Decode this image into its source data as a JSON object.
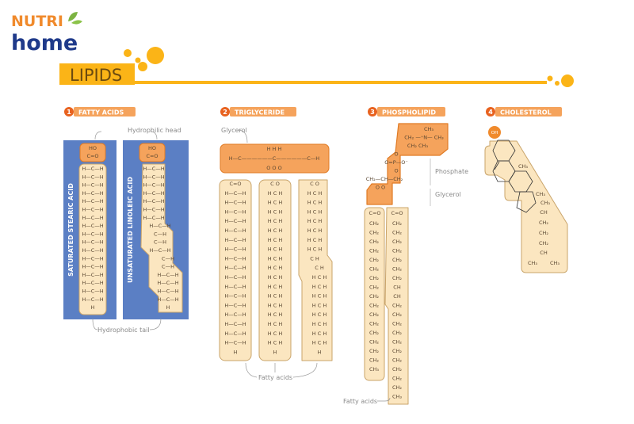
{
  "logo": {
    "brand_top": "NUTRI",
    "brand_bottom": "home"
  },
  "title": "LIPIDS",
  "colors": {
    "orange": "#f08a2c",
    "yellow": "#fbb417",
    "blue": "#5b7fc4",
    "cream": "#fbe6c0",
    "navy": "#1f3a8a",
    "green": "#7cb342"
  },
  "sections": [
    {
      "num": "1",
      "label": "FATTY ACIDS"
    },
    {
      "num": "2",
      "label": "TRIGLYCERIDE"
    },
    {
      "num": "3",
      "label": "PHOSPHOLIPID"
    },
    {
      "num": "4",
      "label": "CHOLESTEROL"
    }
  ],
  "fatty_acids": {
    "hydrophilic_label": "Hydrophilic head",
    "hydrophobic_label": "Hydrophobic tail",
    "saturated_label": "SATURATED STEARIC ACID",
    "unsaturated_label": "UNSATURATED LINOLEIC ACID",
    "head": [
      "HO",
      "C=O"
    ],
    "saturated_rows": [
      "H—C—H",
      "H—C—H",
      "H—C—H",
      "H—C—H",
      "H—C—H",
      "H—C—H",
      "H—C—H",
      "H—C—H",
      "H—C—H",
      "H—C—H",
      "H—C—H",
      "H—C—H",
      "H—C—H",
      "H—C—H",
      "H—C—H",
      "H—C—H",
      "H—C—H",
      "H"
    ],
    "unsaturated_rows": [
      "H—C—H",
      "H—C—H",
      "H—C—H",
      "H—C—H",
      "H—C—H",
      "H—C—H",
      "H—C—H",
      "H—C—H",
      "C—H",
      "C—H",
      "H—C—H",
      "C—H",
      "C—H",
      "H—C—H",
      "H—C—H",
      "H—C—H",
      "H—C—H",
      "H"
    ]
  },
  "triglyceride": {
    "glycerol_label": "Glycerol",
    "fatty_acids_label": "Fatty acids",
    "glycerol_rows": [
      "H      H      H",
      "H—C——————C——————C—H",
      "O      O      O"
    ],
    "tail1": [
      "C=O",
      "H—C—H",
      "H—C—H",
      "H—C—H",
      "H—C—H",
      "H—C—H",
      "H—C—H",
      "H—C—H",
      "H—C—H",
      "H—C—H",
      "H—C—H",
      "H—C—H",
      "H—C—H",
      "H—C—H",
      "H—C—H",
      "H—C—H",
      "H—C—H",
      "H—C—H",
      "H"
    ],
    "tail2": [
      "C O",
      "H C H",
      "H C H",
      "H C H",
      "H C H",
      "H C H",
      "H C H",
      "H C H",
      "H C H",
      "H C H",
      "H C H",
      "H C H",
      "H C H",
      "H C H",
      "H C H",
      "H C H",
      "H C H",
      "H C H",
      "H"
    ],
    "tail3": [
      "C O",
      "H C H",
      "H C H",
      "H C H",
      "H C H",
      "H C H",
      "H C H",
      "H C H",
      "C H",
      "C H",
      "H C H",
      "H C H",
      "H C H",
      "H C H",
      "H C H",
      "H C H",
      "H C H",
      "H C H",
      "H"
    ]
  },
  "phospholipid": {
    "phosphate_label": "Phosphate",
    "glycerol_label": "Glycerol",
    "fatty_acids_label": "Fatty acids",
    "head_rows": [
      "CH₃",
      "CH₂ —⁺N— CH₃",
      "CH₂   CH₃",
      "O",
      "O=P—O⁻",
      "O",
      "CH₂—CH—CH₂",
      "O     O"
    ],
    "ester": [
      "C=O",
      "C=O"
    ],
    "tail1": [
      "CH₂",
      "CH₂",
      "CH₂",
      "CH₂",
      "CH₂",
      "CH₂",
      "CH₂",
      "CH₂",
      "CH₂",
      "CH₂",
      "CH₂",
      "CH₂",
      "CH₂",
      "CH₂",
      "CH₂",
      "CH₂",
      "CH₃"
    ],
    "tail2": [
      "CH₂",
      "CH₂",
      "CH₂",
      "CH₂",
      "CH₂",
      "CH₂",
      "CH₂",
      "CH",
      "CH",
      "CH₂",
      "CH₂",
      "CH₂",
      "CH₂",
      "CH₂",
      "CH₂",
      "CH₂",
      "CH₂",
      "CH₂",
      "CH₂",
      "CH₃"
    ]
  },
  "cholesterol": {
    "oh": "OH",
    "groups": [
      "CH₃",
      "CH₃",
      "CH₃",
      "CH",
      "CH₂",
      "CH₂",
      "CH₂",
      "CH",
      "CH₃",
      "CH₃"
    ]
  }
}
